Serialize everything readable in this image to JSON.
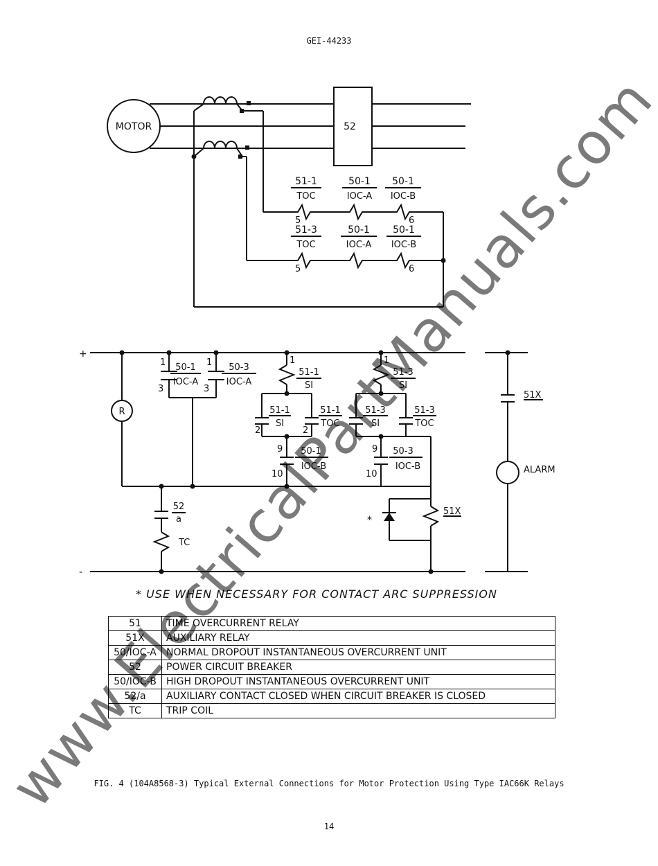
{
  "header": {
    "doc_number": "GEI-44233"
  },
  "motor_circuit": {
    "motor_label": "MOTOR",
    "breaker_label": "52",
    "phase1_relays": [
      {
        "top": "51-1",
        "bottom": "TOC"
      },
      {
        "top": "50-1",
        "bottom": "IOC-A"
      },
      {
        "top": "50-1",
        "bottom": "IOC-B"
      }
    ],
    "phase3_relays": [
      {
        "top": "51-3",
        "bottom": "TOC"
      },
      {
        "top": "50-1",
        "bottom": "IOC-A"
      },
      {
        "top": "50-1",
        "bottom": "IOC-B"
      }
    ],
    "terminal_5": "5",
    "terminal_6": "6"
  },
  "control_circuit": {
    "plus": "+",
    "minus": "-",
    "r_label": "R",
    "c501_top": "50-1",
    "c501_bottom": "IOC-A",
    "c503_top": "50-3",
    "c503_bottom": "IOC-A",
    "si511_top": "51-1",
    "si511_bottom": "SI",
    "si513_top": "51-3",
    "si513_bottom": "SI",
    "c511si_top": "51-1",
    "c511si_bottom": "SI",
    "c511toc_top": "51-1",
    "c511toc_bottom": "TOC",
    "c513si_top": "51-3",
    "c513si_bottom": "SI",
    "c513toc_top": "51-3",
    "c513toc_bottom": "TOC",
    "c501b_top": "50-1",
    "c501b_bottom": "IOC-B",
    "c503b_top": "50-3",
    "c503b_bottom": "IOC-B",
    "t1": "1",
    "t2": "2",
    "t3": "3",
    "t9": "9",
    "t10": "10",
    "c52a_top": "52",
    "c52a_bottom": "a",
    "tc_label": "TC",
    "coil_51x": "51X",
    "contact_51x": "51X",
    "alarm_label": "ALARM",
    "star": "*"
  },
  "note": "* USE WHEN NECESSARY FOR CONTACT ARC SUPPRESSION",
  "legend": [
    {
      "code": "51",
      "desc": "TIME OVERCURRENT RELAY"
    },
    {
      "code": "51X",
      "desc": "AUXILIARY RELAY"
    },
    {
      "code": "50/IOC-A",
      "desc": "NORMAL DROPOUT INSTANTANEOUS OVERCURRENT UNIT"
    },
    {
      "code": "52",
      "desc": "POWER CIRCUIT BREAKER"
    },
    {
      "code": "50/IOC-B",
      "desc": "HIGH DROPOUT INSTANTANEOUS OVERCURRENT UNIT"
    },
    {
      "code": "52/a",
      "desc": "AUXILIARY CONTACT CLOSED WHEN CIRCUIT BREAKER IS CLOSED"
    },
    {
      "code": "TC",
      "desc": "TRIP COIL"
    }
  ],
  "caption": "FIG. 4 (104A8568-3) Typical External Connections for Motor Protection Using Type IAC66K Relays",
  "page_number": "14",
  "watermark": "www.ElectricalPartManuals.com"
}
